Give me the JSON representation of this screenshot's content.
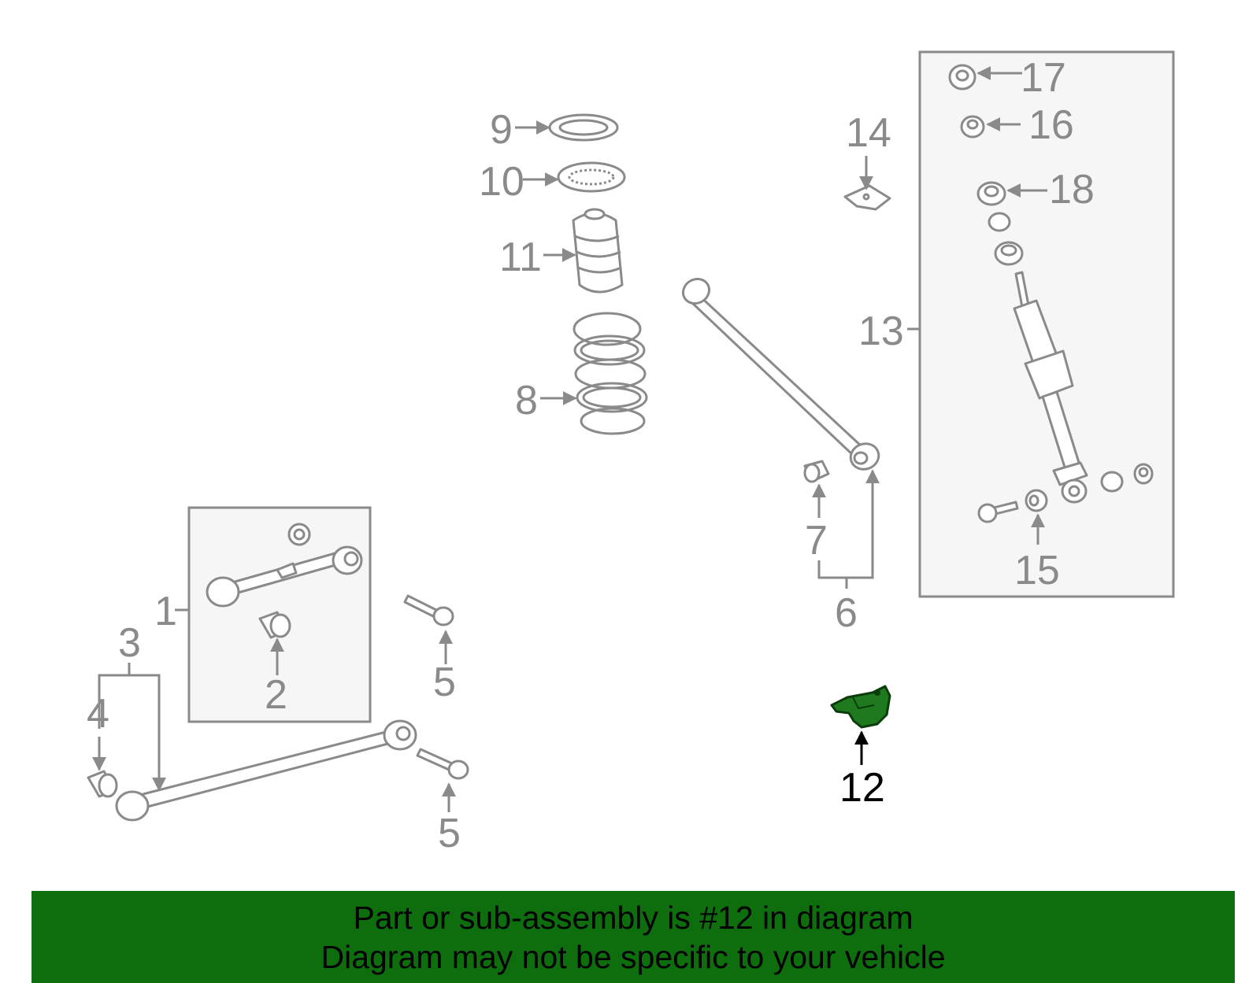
{
  "diagram": {
    "highlighted_part": "12",
    "callouts": [
      "1",
      "2",
      "3",
      "4",
      "5",
      "5",
      "6",
      "7",
      "8",
      "9",
      "10",
      "11",
      "12",
      "13",
      "14",
      "15",
      "16",
      "17",
      "18"
    ],
    "highlight_color": "#1f7a1f",
    "line_color": "#8a8a8a"
  },
  "banner": {
    "line1": "Part or sub-assembly is #12 in diagram",
    "line2": "Diagram may not be specific to your vehicle",
    "background": "#0e6e0e"
  }
}
